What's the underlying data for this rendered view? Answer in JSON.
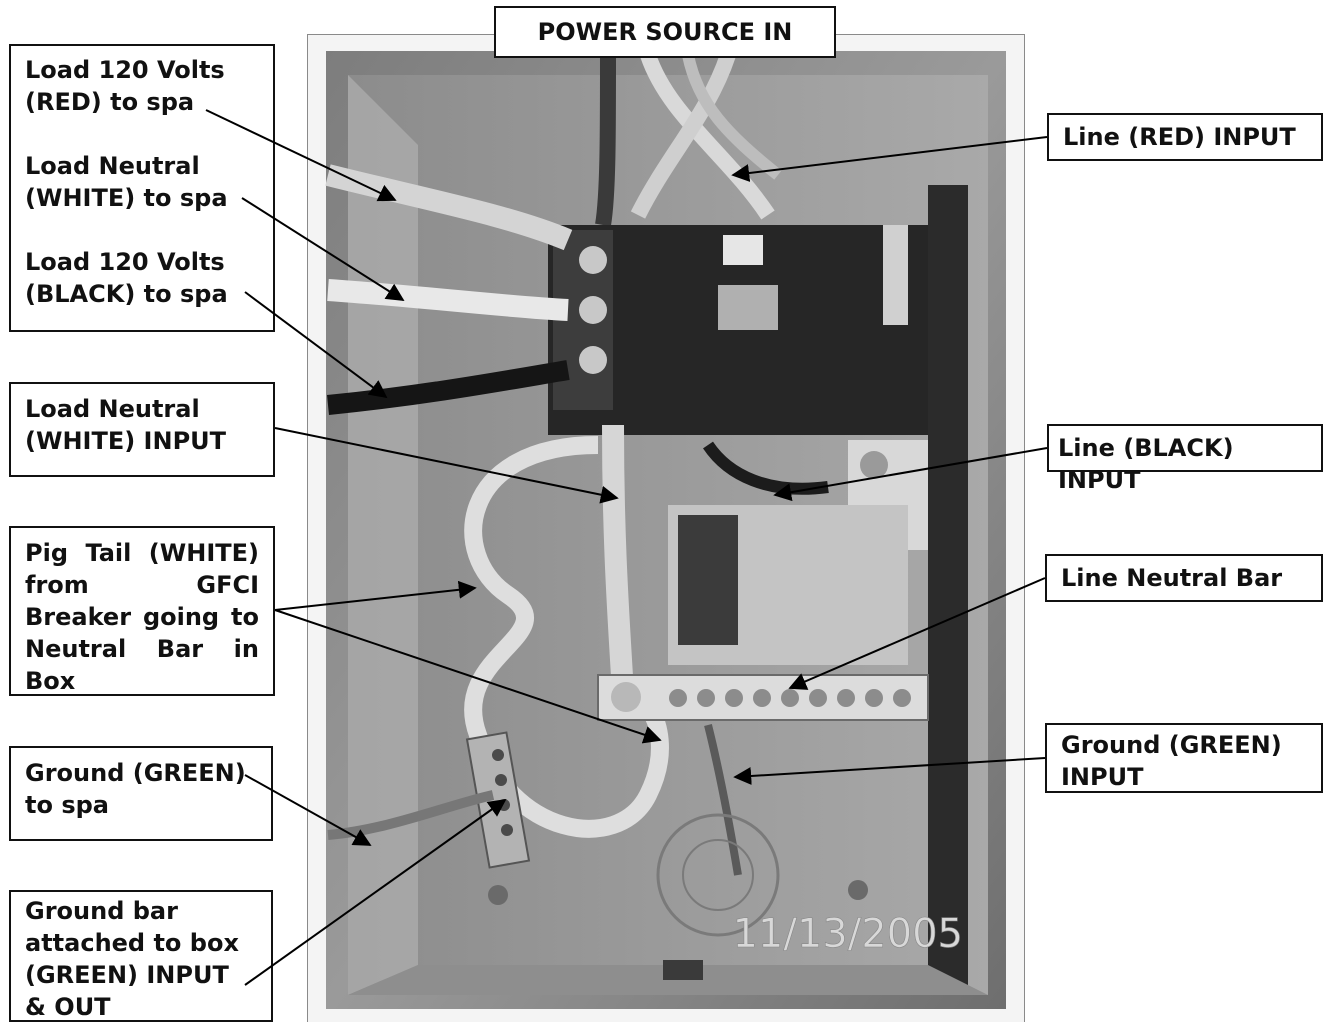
{
  "diagram": {
    "title": "POWER SOURCE IN",
    "photo_timestamp": "11/13/2005",
    "callouts": [
      {
        "id": "load-120v-red",
        "text": "Load 120 Volts\n(RED) to spa"
      },
      {
        "id": "load-neutral-white-spa",
        "text": "Load Neutral\n(WHITE) to spa"
      },
      {
        "id": "load-120v-black",
        "text": "Load 120 Volts\n(BLACK) to spa"
      },
      {
        "id": "load-neutral-white-input",
        "text": "Load Neutral\n(WHITE) INPUT"
      },
      {
        "id": "pig-tail",
        "text": "Pig Tail (WHITE) from GFCI Breaker going to Neutral Bar in Box"
      },
      {
        "id": "ground-green-spa",
        "text": "Ground (GREEN)\nto spa"
      },
      {
        "id": "ground-bar",
        "text": "Ground bar\nattached to box\n(GREEN) INPUT\n& OUT"
      },
      {
        "id": "line-red-input",
        "text": "Line (RED) INPUT"
      },
      {
        "id": "line-black-input",
        "text": "Line (BLACK) INPUT"
      },
      {
        "id": "line-neutral-bar",
        "text": "Line Neutral Bar"
      },
      {
        "id": "ground-green-input",
        "text": "Ground (GREEN)\nINPUT"
      }
    ]
  }
}
